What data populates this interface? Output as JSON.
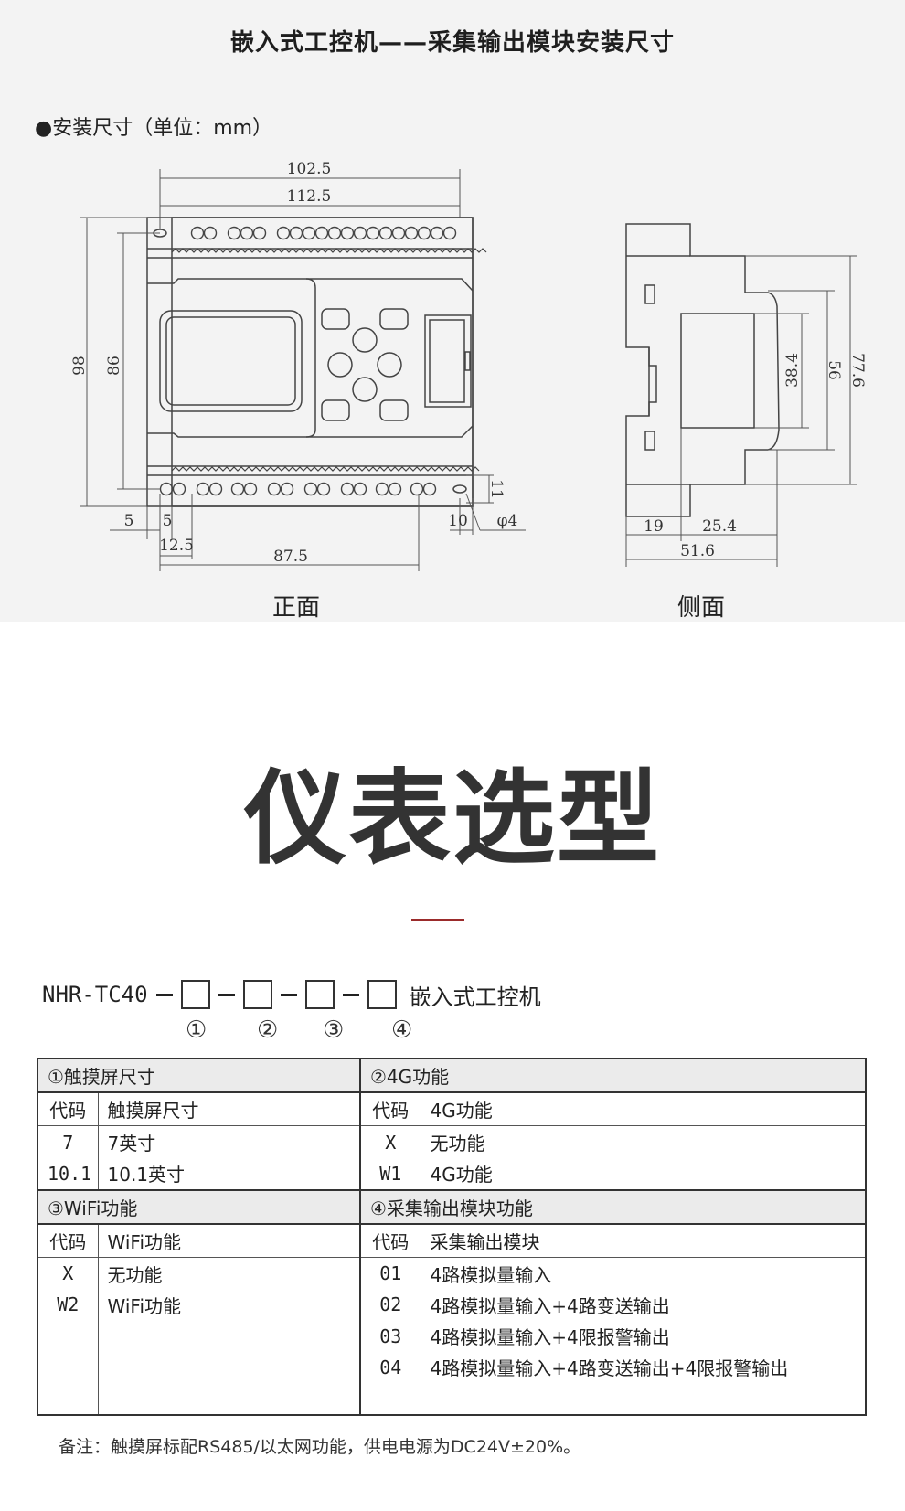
{
  "header": {
    "title": "嵌入式工控机——采集输出模块安装尺寸"
  },
  "install": {
    "subtitle": "●安装尺寸（单位：mm）"
  },
  "front_view": {
    "label": "正面",
    "dims": {
      "width_inner": "102.5",
      "width_outer": "112.5",
      "height_outer": "98",
      "height_inner": "86",
      "margin_left": "5",
      "margin_left2": "5",
      "offset": "12.5",
      "pitch": "87.5",
      "hole_offset": "10",
      "hole_height": "11",
      "hole_dia": "φ4"
    }
  },
  "side_view": {
    "label": "侧面",
    "dims": {
      "d1": "19",
      "d2": "25.4",
      "depth": "51.6",
      "h1": "38.4",
      "h2": "56",
      "h3": "77.6"
    }
  },
  "selection": {
    "title": "仪表选型",
    "model_prefix": "NHR-TC40",
    "model_suffix": "嵌入式工控机",
    "markers": [
      "①",
      "②",
      "③",
      "④"
    ],
    "sections": {
      "s1": {
        "title": "①触摸屏尺寸",
        "h_code": "代码",
        "h_desc": "触摸屏尺寸",
        "rows": [
          {
            "code": "7",
            "desc": "7英寸"
          },
          {
            "code": "10.1",
            "desc": "10.1英寸"
          }
        ]
      },
      "s2": {
        "title": "②4G功能",
        "h_code": "代码",
        "h_desc": "4G功能",
        "rows": [
          {
            "code": "X",
            "desc": "无功能"
          },
          {
            "code": "W1",
            "desc": "4G功能"
          }
        ]
      },
      "s3": {
        "title": "③WiFi功能",
        "h_code": "代码",
        "h_desc": "WiFi功能",
        "rows": [
          {
            "code": "X",
            "desc": "无功能"
          },
          {
            "code": "W2",
            "desc": "WiFi功能"
          }
        ]
      },
      "s4": {
        "title": "④采集输出模块功能",
        "h_code": "代码",
        "h_desc": "采集输出模块",
        "rows": [
          {
            "code": "01",
            "desc": "4路模拟量输入"
          },
          {
            "code": "02",
            "desc": "4路模拟量输入+4路变送输出"
          },
          {
            "code": "03",
            "desc": "4路模拟量输入+4限报警输出"
          },
          {
            "code": "04",
            "desc": "4路模拟量输入+4路变送输出+4限报警输出"
          }
        ]
      }
    }
  },
  "note": "备注：触摸屏标配RS485/以太网功能，供电电源为DC24V±20%。"
}
